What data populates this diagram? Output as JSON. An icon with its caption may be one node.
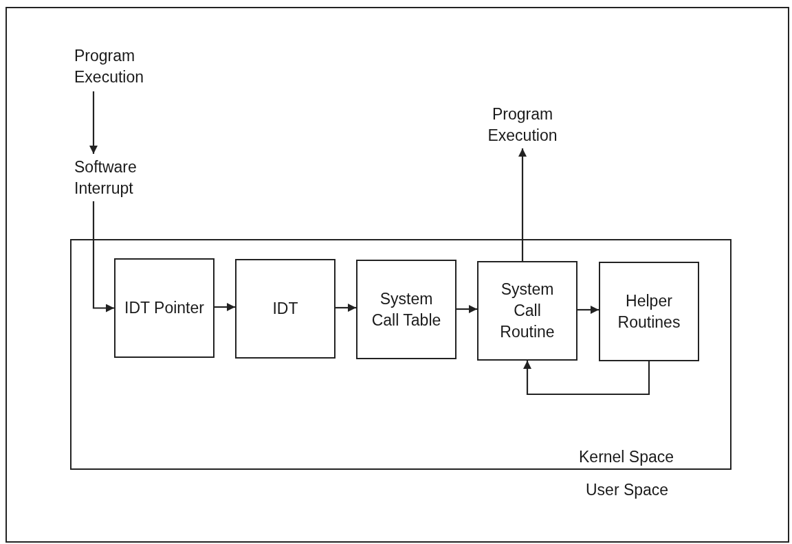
{
  "diagram": {
    "nodes": [
      {
        "text": [
          "User Space"
        ]
      },
      {
        "text": [
          "Program Execution"
        ],
        "in": 0
      },
      {
        "text": [
          "Software Interrupt"
        ],
        "in": 0
      },
      {
        "text": [
          "Kernel Space"
        ],
        "in": 0
      },
      {
        "text": [
          "IDT Pointer"
        ],
        "in": 3
      },
      {
        "text": [
          "IDT"
        ],
        "in": 3
      },
      {
        "text": [
          "System Call Table"
        ],
        "in": 3
      },
      {
        "text": [
          "System Call Routine"
        ],
        "in": 3
      },
      {
        "text": [
          "Helper Routines"
        ],
        "in": 3
      },
      {
        "text": [
          "Program Execution"
        ],
        "in": 0
      }
    ],
    "edges": [
      {
        "from": 1,
        "to": 2,
        "arrow": "to"
      },
      {
        "from": 2,
        "to": 4,
        "arrow": "to"
      },
      {
        "from": 4,
        "to": 5,
        "arrow": "to"
      },
      {
        "from": 5,
        "to": 6,
        "arrow": "to"
      },
      {
        "from": 6,
        "to": 7,
        "arrow": "to"
      },
      {
        "from": 7,
        "to": 8,
        "arrow": "to"
      },
      {
        "from": 8,
        "to": 7,
        "arrow": "to"
      },
      {
        "from": 7,
        "to": 9,
        "arrow": "to"
      }
    ]
  }
}
